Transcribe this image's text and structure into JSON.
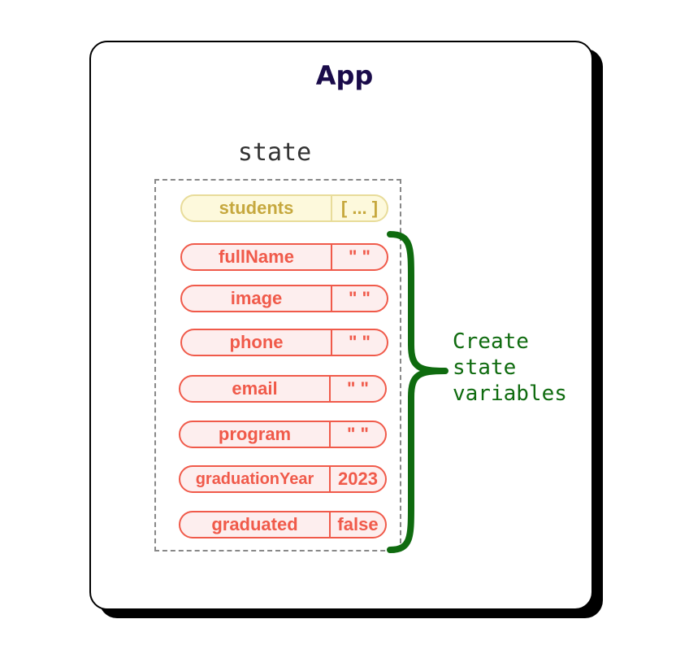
{
  "app": {
    "title": "App"
  },
  "state": {
    "label": "state",
    "students": {
      "name": "students",
      "value": "[ ... ]"
    },
    "variables": [
      {
        "name": "fullName",
        "value": "\" \""
      },
      {
        "name": "image",
        "value": "\" \""
      },
      {
        "name": "phone",
        "value": "\" \""
      },
      {
        "name": "email",
        "value": "\" \""
      },
      {
        "name": "program",
        "value": "\" \""
      },
      {
        "name": "graduationYear",
        "value": "2023"
      },
      {
        "name": "graduated",
        "value": "false"
      }
    ]
  },
  "annotation": {
    "line1": "Create",
    "line2": "state",
    "line3": "variables"
  },
  "colors": {
    "title": "#1a0b4a",
    "new_state": "#f05a4a",
    "existing_state": "#c6a83e",
    "brace": "#0f6b0f"
  }
}
